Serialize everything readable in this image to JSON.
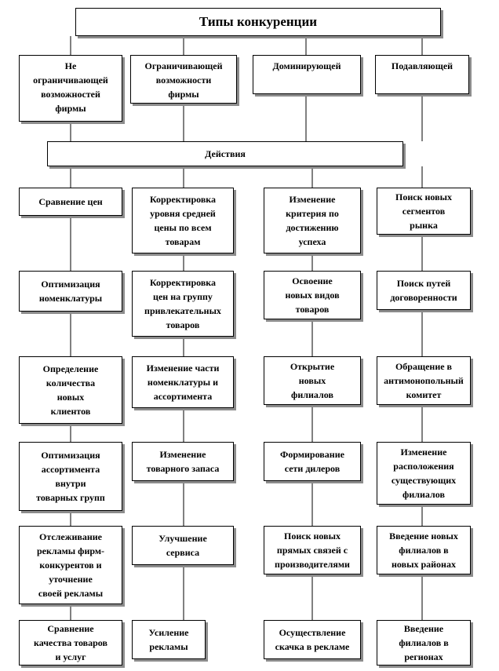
{
  "title": "Типы конкуренции",
  "types": [
    "Не\nограничивающей\nвозможностей\nфирмы",
    "Ограничивающей\nвозможности\nфирмы",
    "Доминирующей",
    "Подавляющей"
  ],
  "actions_label": "Действия",
  "columns": [
    [
      "Сравнение цен",
      "Оптимизация\nноменклатуры",
      "Определение\nколичества\nновых\nклиентов",
      "Оптимизация\nассортимента\nвнутри\nтоварных групп",
      "Отслеживание\nрекламы фирм-\nконкурентов и\nуточнение\nсвоей рекламы",
      "Сравнение\nкачества товаров\nи услуг"
    ],
    [
      "Корректировка\nуровня средней\nцены по всем\nтоварам",
      "Корректировка\nцен на группу\nпривлекательных\nтоваров",
      "Изменение части\nноменклатуры и\nассортимента",
      "Изменение\nтоварного запаса",
      "Улучшение\nсервиса",
      "Усиление\nрекламы"
    ],
    [
      "Изменение\nкритерия по\nдостижению\nуспеха",
      "Освоение\nновых видов\nтоваров",
      "Открытие\nновых\nфилиалов",
      "Формирование\nсети дилеров",
      "Поиск новых\nпрямых связей с\nпроизводителями",
      "Осуществление\nскачка в рекламе"
    ],
    [
      "Поиск новых\nсегментов\nрынка",
      "Поиск путей\nдоговоренности",
      "Обращение в\nантимонопольный\nкомитет",
      "Изменение\nрасположения\nсуществующих\nфилиалов",
      "Введение новых\nфилиалов  в\nновых районах",
      "Введение\nфилиалов  в\nрегионах"
    ]
  ]
}
